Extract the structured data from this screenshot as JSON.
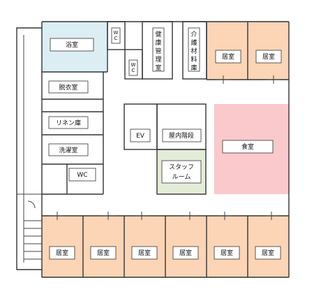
{
  "colors": {
    "bath": "#dbeef4",
    "living": "#fbd5b5",
    "dining": "#f9c9cc",
    "staff": "#e4ecd8",
    "line": "#333333"
  },
  "rooms": {
    "bath": "浴室",
    "wc_top_a": "WC",
    "wc_top_b": "WC",
    "health": "健康管理室",
    "care": "介護材料庫",
    "living_top_1": "居室",
    "living_top_2": "居室",
    "changing": "脱衣室",
    "linen": "リネン庫",
    "laundry": "洗濯室",
    "wc_mid": "WC",
    "ev": "EV",
    "stairs": "屋内階段",
    "staff_1": "スタッフ",
    "staff_2": "ルーム",
    "dining": "食室",
    "living_bottom": [
      "居室",
      "居室",
      "居室",
      "居室",
      "居室",
      "居室"
    ]
  }
}
